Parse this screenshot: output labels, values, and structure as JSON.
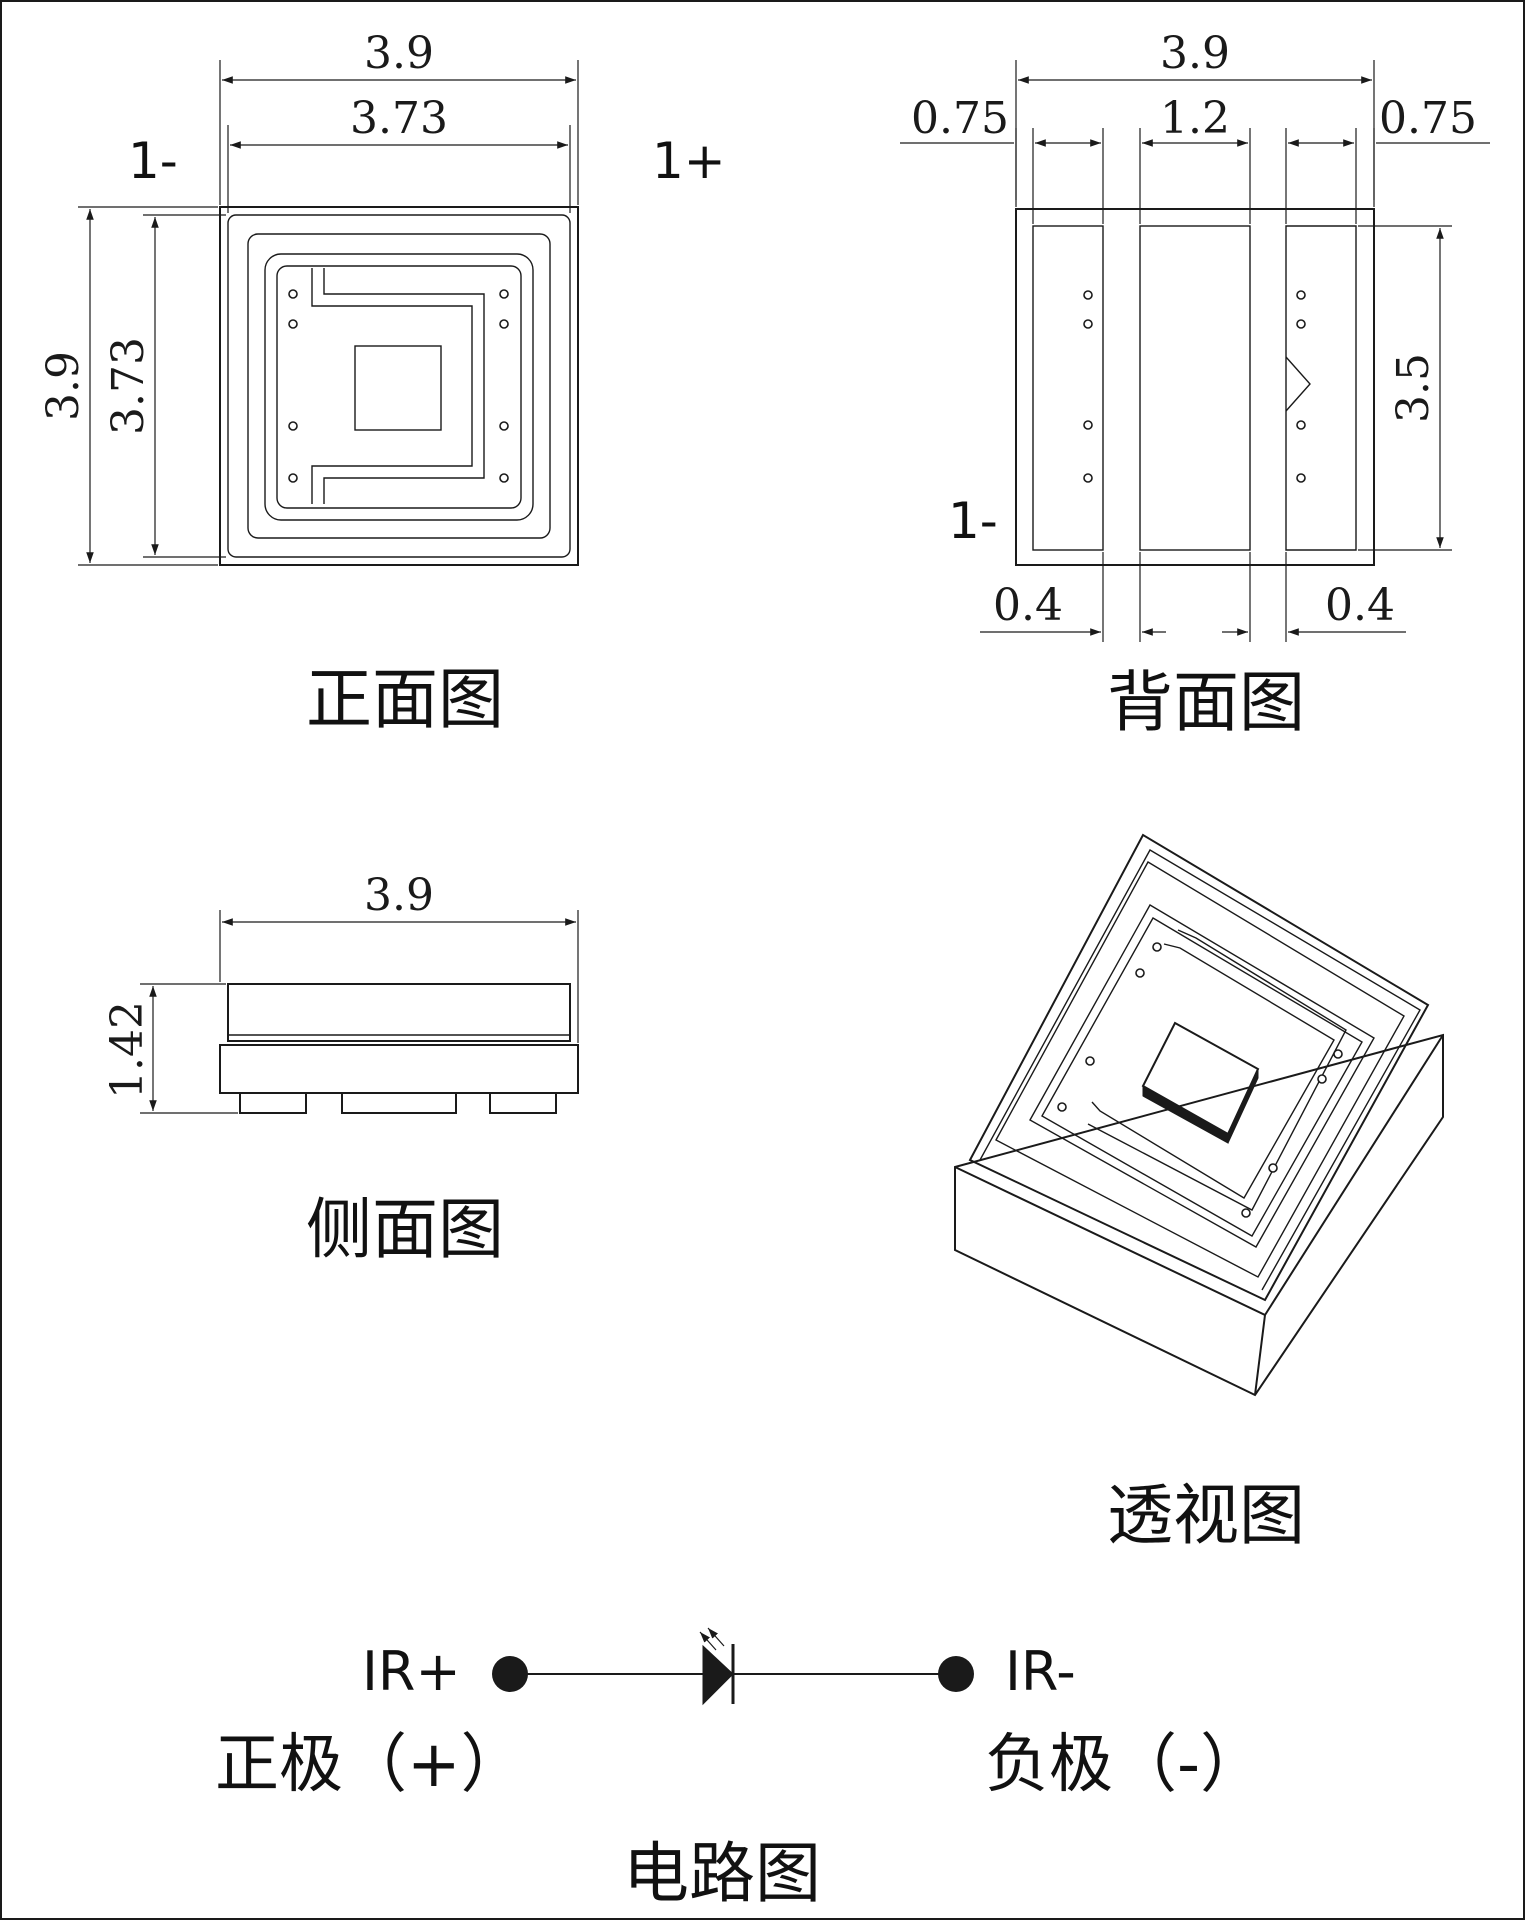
{
  "views": {
    "front": {
      "title": "正面图",
      "dim_outer_width": "3.9",
      "dim_inner_width": "3.73",
      "dim_outer_height": "3.9",
      "dim_inner_height": "3.73",
      "pin_left": "1-",
      "pin_right": "1+"
    },
    "back": {
      "title": "背面图",
      "dim_total_width": "3.9",
      "dim_left_pad": "0.75",
      "dim_center_pad": "1.2",
      "dim_right_pad": "0.75",
      "dim_pad_height": "3.5",
      "dim_gap_left": "0.4",
      "dim_gap_right": "0.4",
      "pin_label": "1-"
    },
    "side": {
      "title": "侧面图",
      "dim_width": "3.9",
      "dim_height": "1.42"
    },
    "perspective": {
      "title": "透视图"
    }
  },
  "circuit": {
    "title": "电路图",
    "anode_label": "IR+",
    "cathode_label": "IR-",
    "anode_polarity": "正极（+）",
    "cathode_polarity": "负极（-）"
  }
}
